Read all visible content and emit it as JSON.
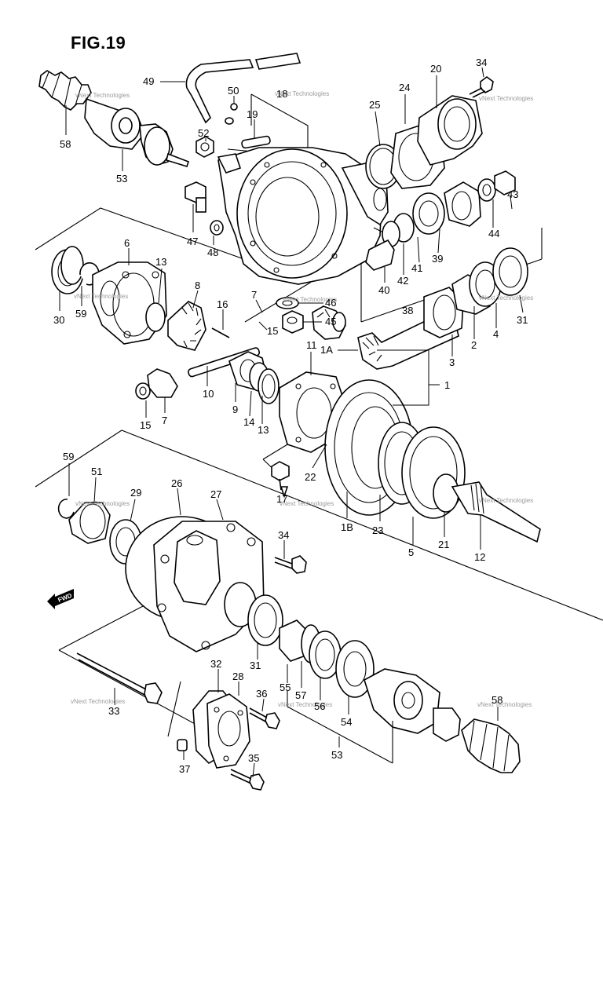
{
  "figure": {
    "title": "FIG.19",
    "fwd_label": "FWD",
    "watermark": "vNext Technologies"
  },
  "callouts": [
    {
      "id": "c49",
      "text": "49"
    },
    {
      "id": "c50",
      "text": "50"
    },
    {
      "id": "c18",
      "text": "18"
    },
    {
      "id": "c19",
      "text": "19"
    },
    {
      "id": "c52",
      "text": "52"
    },
    {
      "id": "c58a",
      "text": "58"
    },
    {
      "id": "c53a",
      "text": "53"
    },
    {
      "id": "c25",
      "text": "25"
    },
    {
      "id": "c24",
      "text": "24"
    },
    {
      "id": "c20",
      "text": "20"
    },
    {
      "id": "c34a",
      "text": "34"
    },
    {
      "id": "c47",
      "text": "47"
    },
    {
      "id": "c48",
      "text": "48"
    },
    {
      "id": "c6",
      "text": "6"
    },
    {
      "id": "c13a",
      "text": "13"
    },
    {
      "id": "c8",
      "text": "8"
    },
    {
      "id": "c30",
      "text": "30"
    },
    {
      "id": "c59a",
      "text": "59"
    },
    {
      "id": "c16",
      "text": "16"
    },
    {
      "id": "c7a",
      "text": "7"
    },
    {
      "id": "c46",
      "text": "46"
    },
    {
      "id": "c45",
      "text": "45"
    },
    {
      "id": "c15a",
      "text": "15"
    },
    {
      "id": "c43",
      "text": "43"
    },
    {
      "id": "c44",
      "text": "44"
    },
    {
      "id": "c39",
      "text": "39"
    },
    {
      "id": "c41",
      "text": "41"
    },
    {
      "id": "c42",
      "text": "42"
    },
    {
      "id": "c40",
      "text": "40"
    },
    {
      "id": "c38",
      "text": "38"
    },
    {
      "id": "c31a",
      "text": "31"
    },
    {
      "id": "c4",
      "text": "4"
    },
    {
      "id": "c2",
      "text": "2"
    },
    {
      "id": "c3",
      "text": "3"
    },
    {
      "id": "c1A",
      "text": "1A"
    },
    {
      "id": "c1",
      "text": "1"
    },
    {
      "id": "c11",
      "text": "11"
    },
    {
      "id": "c10",
      "text": "10"
    },
    {
      "id": "c9",
      "text": "9"
    },
    {
      "id": "c14",
      "text": "14"
    },
    {
      "id": "c13b",
      "text": "13"
    },
    {
      "id": "c15b",
      "text": "15"
    },
    {
      "id": "c7b",
      "text": "7"
    },
    {
      "id": "c22",
      "text": "22"
    },
    {
      "id": "c17",
      "text": "17"
    },
    {
      "id": "c59b",
      "text": "59"
    },
    {
      "id": "c51",
      "text": "51"
    },
    {
      "id": "c29",
      "text": "29"
    },
    {
      "id": "c26",
      "text": "26"
    },
    {
      "id": "c27",
      "text": "27"
    },
    {
      "id": "c1B",
      "text": "1B"
    },
    {
      "id": "c23",
      "text": "23"
    },
    {
      "id": "c5",
      "text": "5"
    },
    {
      "id": "c21",
      "text": "21"
    },
    {
      "id": "c12",
      "text": "12"
    },
    {
      "id": "c34b",
      "text": "34"
    },
    {
      "id": "c31b",
      "text": "31"
    },
    {
      "id": "c55",
      "text": "55"
    },
    {
      "id": "c57",
      "text": "57"
    },
    {
      "id": "c56",
      "text": "56"
    },
    {
      "id": "c54",
      "text": "54"
    },
    {
      "id": "c33",
      "text": "33"
    },
    {
      "id": "c32",
      "text": "32"
    },
    {
      "id": "c28",
      "text": "28"
    },
    {
      "id": "c36",
      "text": "36"
    },
    {
      "id": "c53b",
      "text": "53"
    },
    {
      "id": "c58b",
      "text": "58"
    },
    {
      "id": "c35",
      "text": "35"
    },
    {
      "id": "c37",
      "text": "37"
    }
  ]
}
